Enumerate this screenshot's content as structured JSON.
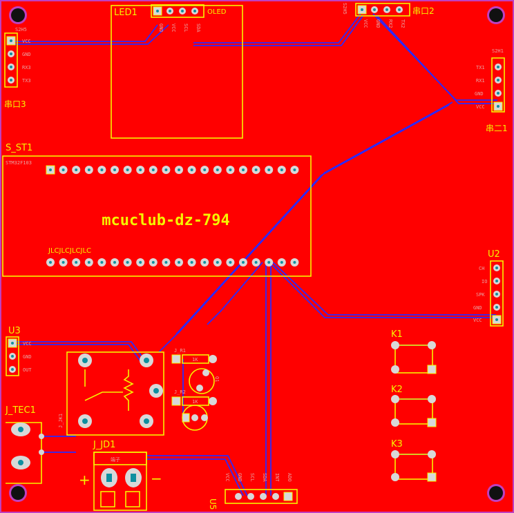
{
  "board": {
    "title": "mcuclub-dz-794",
    "bg_color": "#ff0000",
    "silk_color": "#f5f500",
    "trace_color": "#2a2aff",
    "outline_color": "#c040c0"
  },
  "components": {
    "led1": {
      "ref": "LED1",
      "name": "OLED",
      "pins": [
        "GND",
        "VCC",
        "SCL",
        "SDA"
      ]
    },
    "uart2": {
      "ref": "串口2",
      "pins": [
        "VCC",
        "GND",
        "RX2",
        "TX2"
      ],
      "tag": "S2H5"
    },
    "uart3": {
      "ref": "串口3",
      "pins": [
        "VCC",
        "GND",
        "RX3",
        "TX3"
      ],
      "tag": "S2H5"
    },
    "uart1": {
      "ref": "串二1",
      "pins": [
        "TX1",
        "RX1",
        "GND",
        "VCC"
      ],
      "tag": "S2H1"
    },
    "mcu": {
      "ref": "S_ST1",
      "silk_code": "JLCJLCJLCJLC",
      "top_tag": "STM32F103"
    },
    "u2": {
      "ref": "U2",
      "pins": [
        "CH",
        "IO",
        "SPK",
        "GND",
        "VCC"
      ]
    },
    "u3": {
      "ref": "U3",
      "pins": [
        "VCC",
        "GND",
        "OUT"
      ]
    },
    "tec": {
      "ref": "J_TEC1"
    },
    "jd": {
      "ref": "J_JD1",
      "plus": "+",
      "minus": "−",
      "label": "端子"
    },
    "jk": {
      "ref": "J_JK1"
    },
    "r1": {
      "ref": "J_R1",
      "value": "1K"
    },
    "r2": {
      "ref": "J_R2",
      "value": "1K"
    },
    "q1": {
      "ref": "Q1"
    },
    "k1": {
      "ref": "K1"
    },
    "k2": {
      "ref": "K2"
    },
    "k3": {
      "ref": "K3"
    },
    "u5": {
      "ref": "U5",
      "pins": [
        "VCC",
        "GND",
        "SCL",
        "SDA",
        "INT",
        "ADO"
      ]
    }
  }
}
